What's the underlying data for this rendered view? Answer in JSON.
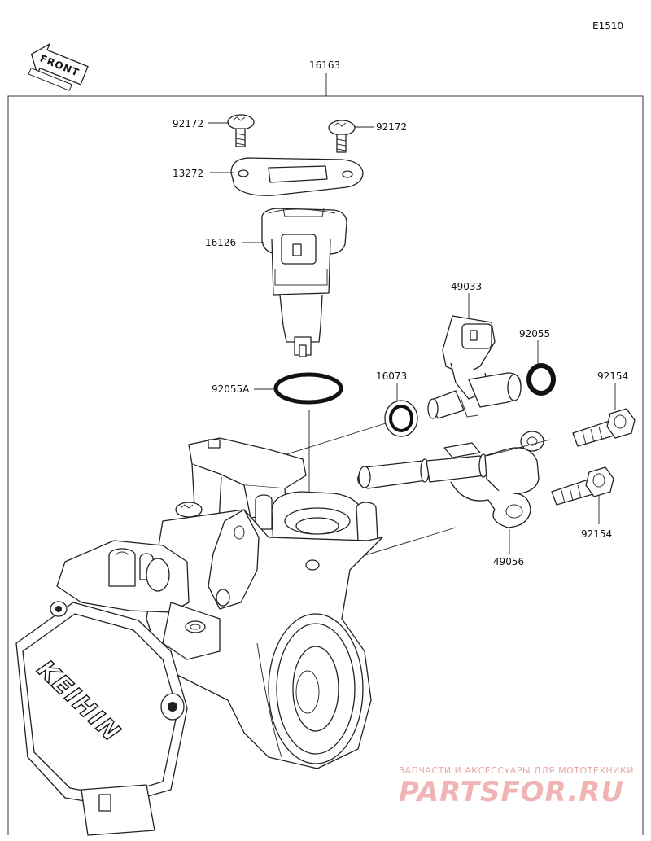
{
  "diagram": {
    "code": "E1510",
    "direction_label": "FRONT",
    "brand_mark": "KEIHIN",
    "parts": [
      {
        "id": "16163"
      },
      {
        "id": "92172"
      },
      {
        "id": "92172"
      },
      {
        "id": "13272"
      },
      {
        "id": "16126"
      },
      {
        "id": "92055A"
      },
      {
        "id": "49033"
      },
      {
        "id": "92055"
      },
      {
        "id": "16073"
      },
      {
        "id": "92154"
      },
      {
        "id": "92154"
      },
      {
        "id": "49056"
      }
    ]
  },
  "watermark": {
    "tagline": "ЗАПЧАСТИ И АКСЕССУАРЫ ДЛЯ МОТОТЕХНИКИ",
    "site": "PARTSFOR.RU"
  }
}
